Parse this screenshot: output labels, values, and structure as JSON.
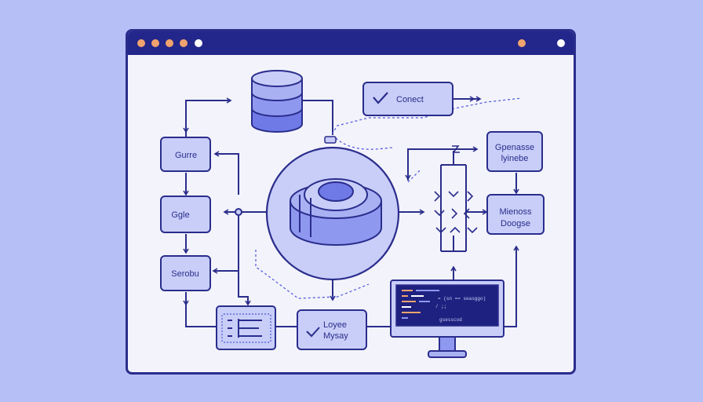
{
  "window": {
    "traffic_lights": [
      "#f0a36e",
      "#f0a36e",
      "#f0a36e",
      "#f0a36e",
      "#ffffff"
    ],
    "right_controls": [
      "#f0a36e",
      "#ffffff"
    ]
  },
  "nodes": {
    "connect": "Conect",
    "gurre": "Gurre",
    "ggle": "Ggle",
    "serobu": "Serobu",
    "gpenasse_l1": "Gpenasse",
    "gpenasse_l2": "lyinebe",
    "mienoss_l1": "Mienoss",
    "mienoss_l2": "Doogse",
    "loyee_l1": "Loyee",
    "loyee_l2": "Mysay"
  },
  "monitor": {
    "code_lines": [
      "= (sn == seasggo)",
      "/ ;;",
      "gsesscod"
    ]
  },
  "colors": {
    "background": "#b7bff7",
    "window_border": "#2a2d8c",
    "titlebar": "#23268a",
    "node_fill": "#c8cef8",
    "accent": "#4a56d8",
    "orange": "#f0a36e"
  }
}
